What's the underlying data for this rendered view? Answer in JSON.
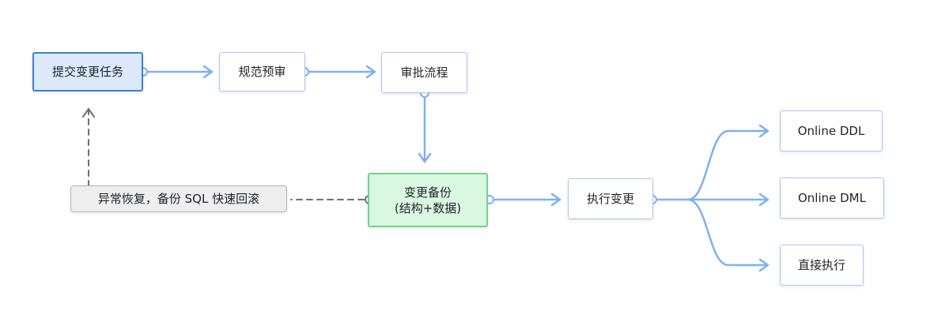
{
  "nodes": {
    "submit": "提交变更任务",
    "precheck": "规范预审",
    "approval": "审批流程",
    "backup_line1": "变更备份",
    "backup_line2": "(结构+数据)",
    "execute": "执行变更",
    "online_ddl": "Online DDL",
    "online_dml": "Online DML",
    "direct_execute": "直接执行",
    "recover": "异常恢复，备份 SQL 快速回滚"
  },
  "colors": {
    "edge": "#7fb0ee",
    "edge_dashed": "#6f6f6f",
    "start_border": "#3f7fd8",
    "backup_fill": "#d9f7e1"
  }
}
